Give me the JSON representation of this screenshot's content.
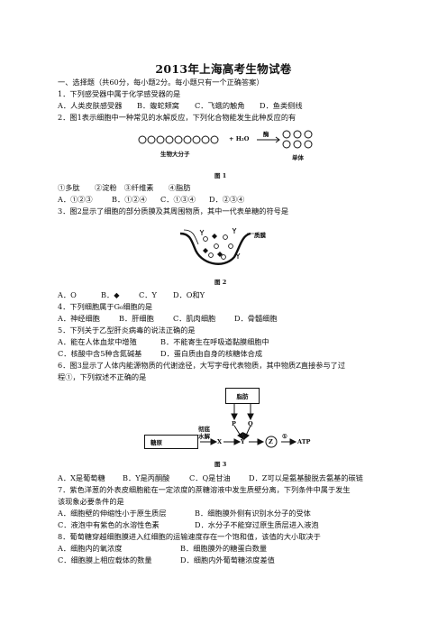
{
  "title": "2013年上海高考生物试卷",
  "section": "一、选择题（共60分，每小题2分。每小题只有一个正确答案）",
  "q1": {
    "stem": "1．下列感受器中属于化学感受器的是",
    "options": [
      "A．人类皮肤感受器",
      "B．蝮蛇颊窝",
      "C．飞蛾的触角",
      "D．鱼类侧线"
    ]
  },
  "q2": {
    "stem": "2．图1表示细胞中一种常见的水解反应，下列化合物能发生此种反应的有",
    "fig_label_left": "生物大分子",
    "fig_label_right": "单体",
    "fig_water": "+ H₂O",
    "fig_enzyme": "酶",
    "caption": "图 1",
    "choices_line": "①多肽　　②淀粉　③纤维素　　④脂肪",
    "options": [
      "A．①②③",
      "B．①②④",
      "C．①③④",
      "D．②③④"
    ]
  },
  "q3": {
    "stem": "3．图2显示了细胞的部分质膜及其周围物质，其中一代表单糖的符号是",
    "fig_label": "质膜",
    "caption": "图 2",
    "options": [
      "A．O",
      "B．◆",
      "C．Y",
      "D．O和Y"
    ]
  },
  "q4": {
    "stem": "4．下列细胞属于G₀细胞的是",
    "options": [
      "A．神经细胞",
      "B．肝细胞",
      "C．肌肉细胞",
      "D．骨髓细胞"
    ]
  },
  "q5": {
    "stem": "5．下列关于乙型肝炎病毒的说法正确的是",
    "options": [
      "A．能在人体血浆中增殖",
      "B．不能寄生在呼吸道黏膜细胞中",
      "C．核酸中含5种含氮碱基",
      "D．蛋白质由自身的核糖体合成"
    ]
  },
  "q6": {
    "stem1": "6．图3显示了人体内能源物质的代谢途径，大写字母代表物质，其中物质Z直接参与了过",
    "stem2": "程①，下列叙述不正确的是",
    "fig_fat": "脂肪",
    "fig_sugar": "糖原",
    "fig_hydro1": "彻底",
    "fig_hydro2": "水解",
    "fig_x": "X",
    "fig_y": "Y",
    "fig_z": "Z",
    "fig_p": "P",
    "fig_q": "Q",
    "fig_1": "①",
    "fig_atp": "ATP",
    "caption": "图 3",
    "options": [
      "A．X是葡萄糖",
      "B．Y是丙酮酸",
      "C．Q是甘油",
      "D．Z可以是氨基酸脱去氨基的碳链"
    ]
  },
  "q7": {
    "stem1": "7．紫色洋葱的外表皮细胞能在一定浓度的蔗糖溶液中发生质壁分离，下列条件中属于发生",
    "stem2": "该现象必要条件的是",
    "options": [
      "A．细胞壁的伸缩性小于原生质层",
      "B．细胞膜外侧有识别水分子的受体",
      "C．液泡中有紫色的水溶性色素",
      "D．水分子不能穿过原生质层进入液泡"
    ]
  },
  "q8": {
    "stem": "8．葡萄糖穿越细胞膜进入红细胞的运输速度存在一个饱和值，该值的大小取决于",
    "options": [
      "A．细胞内的氧浓度",
      "B．细胞膜外的糖蛋白数量",
      "C．细胞膜上相应载体的数量",
      "D．细胞内外葡萄糖浓度差值"
    ]
  }
}
